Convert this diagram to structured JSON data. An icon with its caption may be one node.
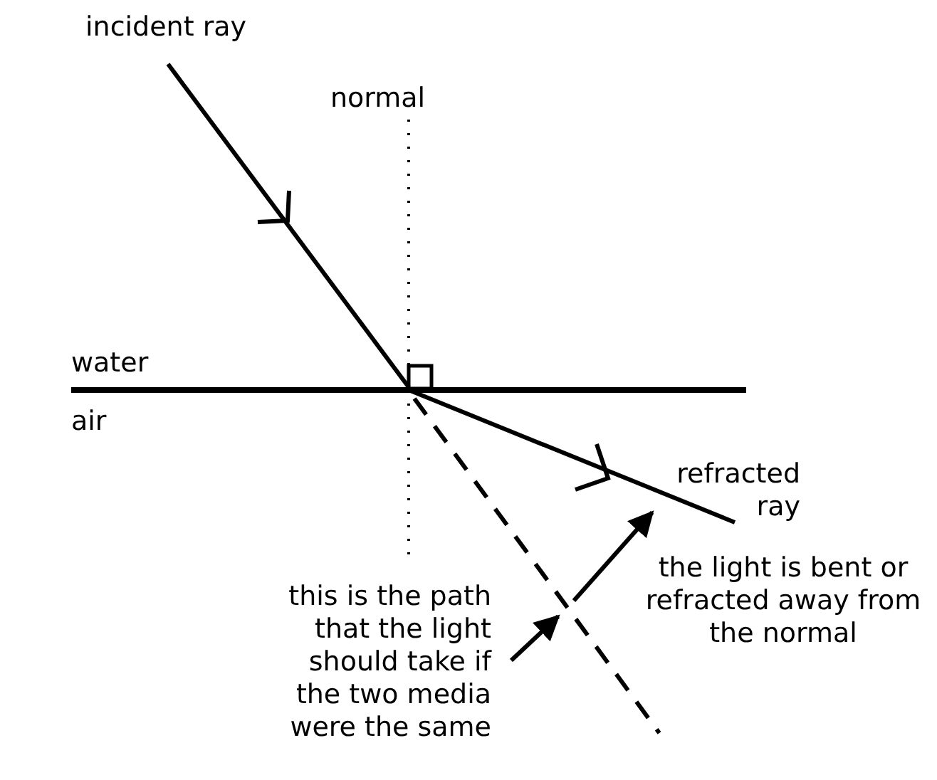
{
  "diagram": {
    "labels": [
      "incident ray",
      "normal",
      "water",
      "air",
      "refracted ray",
      "the light is bent or refracted away from the normal",
      "this is the path that the light should take if the two media were the same"
    ]
  }
}
